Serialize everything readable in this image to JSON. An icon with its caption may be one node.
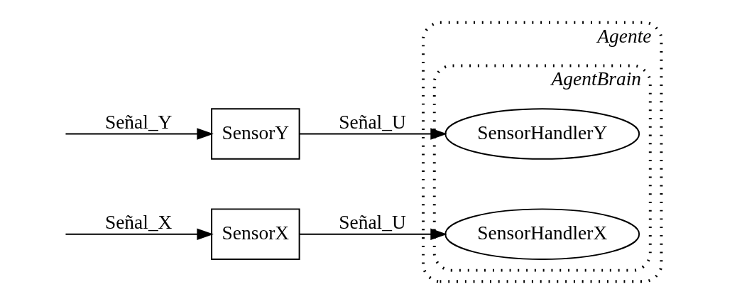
{
  "diagram": {
    "nodes": [
      {
        "text": [
          "Agente"
        ]
      },
      {
        "text": [
          "SensorY"
        ]
      },
      {
        "text": [
          "AgentBrain"
        ],
        "in": 0
      },
      {
        "text": [
          "SensorHandlerY"
        ],
        "in": 2
      },
      {
        "text": [
          "SensorX"
        ]
      },
      {
        "text": [
          "SensorHandlerX"
        ],
        "in": 2
      }
    ],
    "edges": [
      {
        "from": null,
        "to": 1,
        "arrow": "to",
        "label": "Señal_Y"
      },
      {
        "from": 1,
        "to": 3,
        "arrow": "to",
        "label": "Señal_U"
      },
      {
        "from": null,
        "to": 4,
        "arrow": "to",
        "label": "Señal_X"
      },
      {
        "from": 4,
        "to": 5,
        "arrow": "to",
        "label": "Señal_U"
      }
    ]
  }
}
